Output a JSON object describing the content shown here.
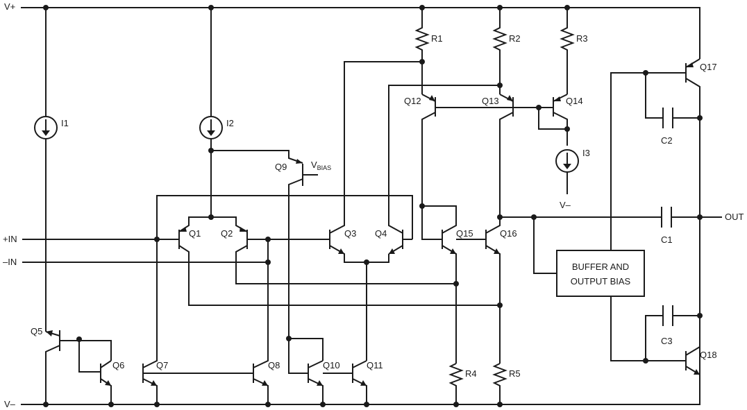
{
  "rails": {
    "vplus": "V+",
    "vminus": "V–"
  },
  "inputs": {
    "plus_in": "+IN",
    "minus_in": "–IN"
  },
  "output": {
    "out": "OUT"
  },
  "sources": {
    "i1": "I1",
    "i2": "I2",
    "i3": "I3",
    "i3_supply": "V–"
  },
  "bias": {
    "vbias_main": "V",
    "vbias_sub": "BIAS"
  },
  "resistors": {
    "r1": "R1",
    "r2": "R2",
    "r3": "R3",
    "r4": "R4",
    "r5": "R5"
  },
  "capacitors": {
    "c1": "C1",
    "c2": "C2",
    "c3": "C3"
  },
  "transistors": {
    "q1": "Q1",
    "q2": "Q2",
    "q3": "Q3",
    "q4": "Q4",
    "q5": "Q5",
    "q6": "Q6",
    "q7": "Q7",
    "q8": "Q8",
    "q9": "Q9",
    "q10": "Q10",
    "q11": "Q11",
    "q12": "Q12",
    "q13": "Q13",
    "q14": "Q14",
    "q15": "Q15",
    "q16": "Q16",
    "q17": "Q17",
    "q18": "Q18"
  },
  "buffer_block": {
    "line1": "BUFFER AND",
    "line2": "OUTPUT BIAS"
  },
  "colors": {
    "ink": "#1a1a1a",
    "background": "#ffffff"
  }
}
